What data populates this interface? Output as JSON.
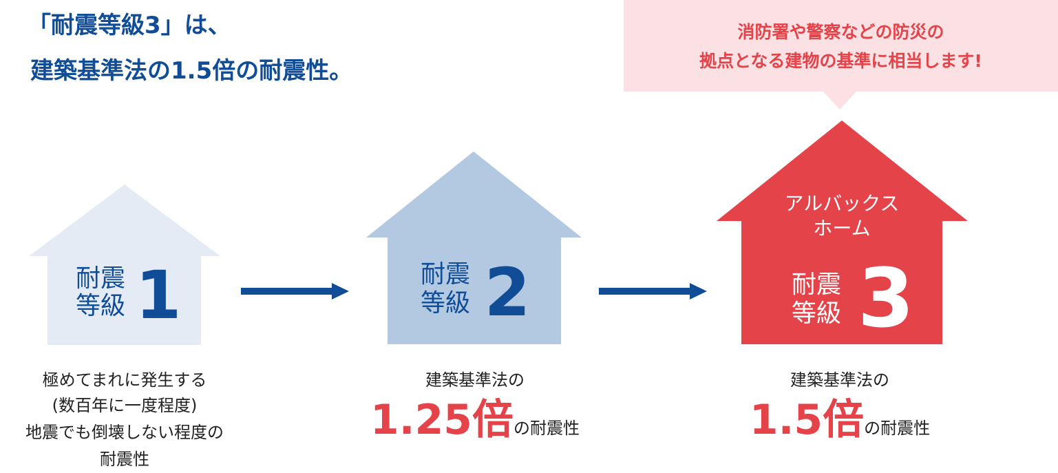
{
  "headline": {
    "line1": "「耐震等級3」は、",
    "line2": "建築基準法の1.5倍の耐震性。"
  },
  "callout": {
    "line1": "消防署や警察などの防災の",
    "line2": "拠点となる建物の基準に相当します!"
  },
  "colors": {
    "headline": "#114d96",
    "level1_house": "#e4ebf5",
    "level2_house": "#b2c9e1",
    "level3_house": "#e4434a",
    "arrow": "#114d96",
    "callout_bg": "#fbe1e3",
    "accent_red": "#e4434a"
  },
  "levels": [
    {
      "label_line1": "耐震",
      "label_line2": "等級",
      "number": "1",
      "description": [
        "極めてまれに発生する",
        "(数百年に一度程度)",
        "地震でも倒壊しない程度の",
        "耐震性"
      ]
    },
    {
      "label_line1": "耐震",
      "label_line2": "等級",
      "number": "2",
      "description_prefix": "建築基準法の",
      "multiplier": "1.25倍",
      "suffix": "の耐震性"
    },
    {
      "brand_line1": "アルバックス",
      "brand_line2": "ホーム",
      "label_line1": "耐震",
      "label_line2": "等級",
      "number": "3",
      "description_prefix": "建築基準法の",
      "multiplier": "1.5倍",
      "suffix": "の耐震性"
    }
  ],
  "arrows": [
    "right-arrow",
    "right-arrow"
  ]
}
